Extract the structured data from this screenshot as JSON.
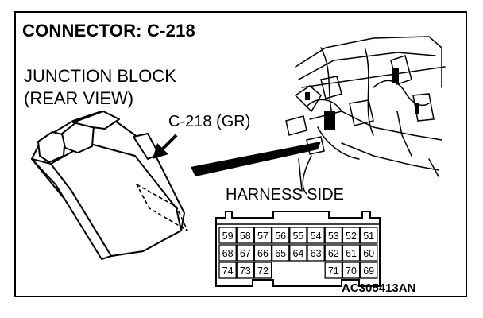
{
  "title": "CONNECTOR: C-218",
  "junction_block": {
    "line1": "JUNCTION BLOCK",
    "line2": "(REAR VIEW)"
  },
  "callout": "C-218 (GR)",
  "harness_side": "HARNESS SIDE",
  "figure_id": "AC305413AN",
  "connector": {
    "row1": [
      "59",
      "58",
      "57",
      "56",
      "55",
      "54",
      "53",
      "52",
      "51"
    ],
    "row2": [
      "68",
      "67",
      "66",
      "65",
      "64",
      "63",
      "62",
      "61",
      "60"
    ],
    "row3_left": [
      "74",
      "73",
      "72"
    ],
    "row3_right": [
      "71",
      "70",
      "69"
    ]
  }
}
